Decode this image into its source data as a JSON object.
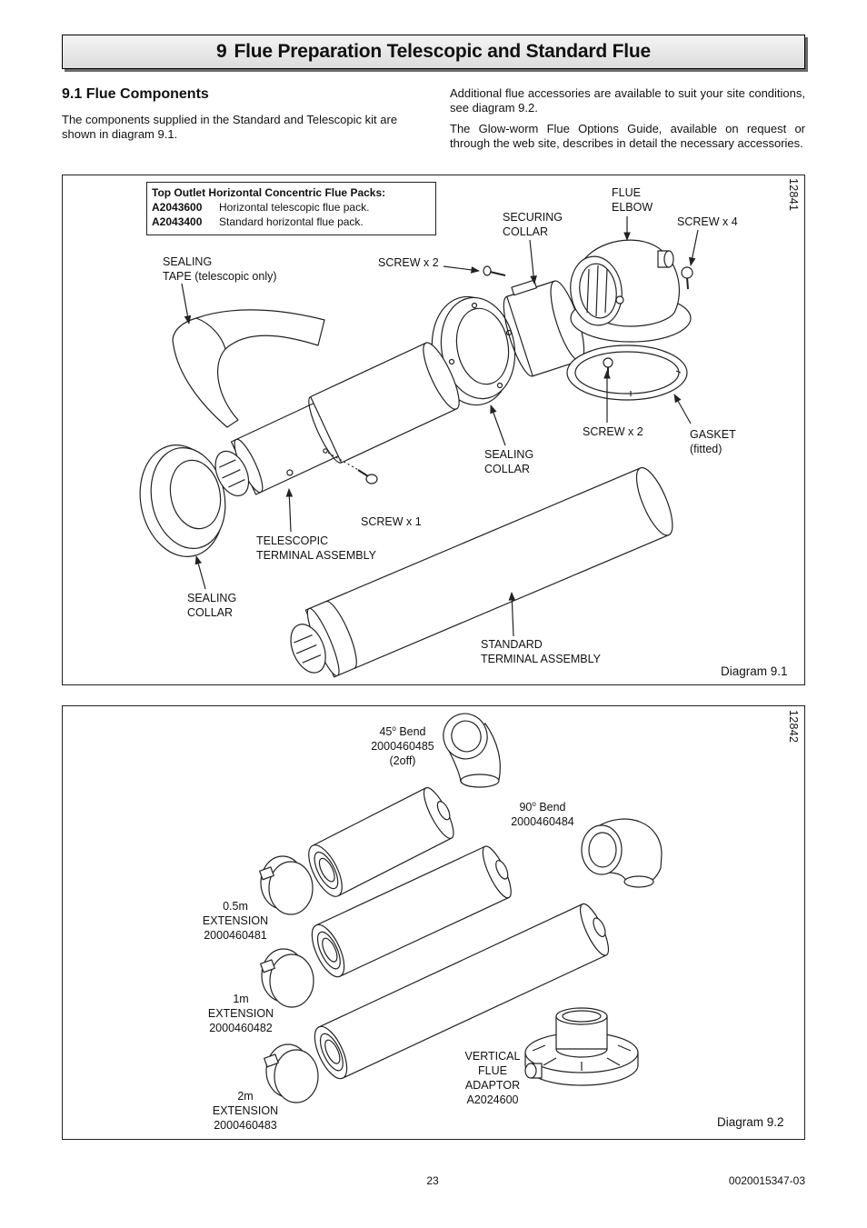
{
  "header": {
    "section_number": "9",
    "title": "Flue Preparation Telescopic and Standard Flue"
  },
  "section_9_1": {
    "heading": "9.1 Flue Components",
    "intro": "The components supplied in the Standard and Telescopic kit are shown in diagram 9.1.",
    "accessories_note": "Additional flue accessories are available to suit your site conditions, see diagram 9.2.",
    "options_guide_note": "The Glow-worm Flue Options Guide, available on request or through the web site, describes in detail the necessary accessories."
  },
  "diagram_9_1": {
    "drawing_number": "12841",
    "caption": "Diagram 9.1",
    "flue_packs": {
      "title": "Top Outlet Horizontal Concentric Flue Packs:",
      "items": [
        {
          "code": "A2043600",
          "description": "Horizontal telescopic flue pack."
        },
        {
          "code": "A2043400",
          "description": "Standard horizontal flue pack."
        }
      ]
    },
    "labels": {
      "flue_elbow": [
        "FLUE",
        "ELBOW"
      ],
      "securing_collar": [
        "SECURING",
        "COLLAR"
      ],
      "screw_x4": [
        "SCREW x 4"
      ],
      "sealing_tape": [
        "SEALING",
        "TAPE (telescopic only)"
      ],
      "screw_x2_top": [
        "SCREW x 2"
      ],
      "screw_x2_bottom": [
        "SCREW x 2"
      ],
      "gasket": [
        "GASKET",
        "(fitted)"
      ],
      "sealing_collar_middle": [
        "SEALING",
        "COLLAR"
      ],
      "screw_x1": [
        "SCREW x 1"
      ],
      "telescopic_terminal": [
        "TELESCOPIC",
        "TERMINAL ASSEMBLY"
      ],
      "sealing_collar_left": [
        "SEALING",
        "COLLAR"
      ],
      "standard_terminal": [
        "STANDARD",
        "TERMINAL ASSEMBLY"
      ]
    }
  },
  "diagram_9_2": {
    "drawing_number": "12842",
    "caption": "Diagram 9.2",
    "bend_45": {
      "angle": "45",
      "degree_mark": "o",
      "name": "Bend",
      "part_number": "2000460485",
      "quantity": "(2off)"
    },
    "bend_90": {
      "angle": "90",
      "degree_mark": "o",
      "name": "Bend",
      "part_number": "2000460484"
    },
    "extension_0_5m": {
      "length": "0.5m",
      "name": "EXTENSION",
      "part_number": "2000460481"
    },
    "extension_1m": {
      "length": "1m",
      "name": "EXTENSION",
      "part_number": "2000460482"
    },
    "extension_2m": {
      "length": "2m",
      "name": "EXTENSION",
      "part_number": "2000460483"
    },
    "vertical_flue_adaptor": {
      "name_lines": [
        "VERTICAL",
        "FLUE",
        "ADAPTOR"
      ],
      "part_number": "A2024600"
    }
  },
  "footer": {
    "page_number": "23",
    "document_number": "0020015347-03"
  }
}
